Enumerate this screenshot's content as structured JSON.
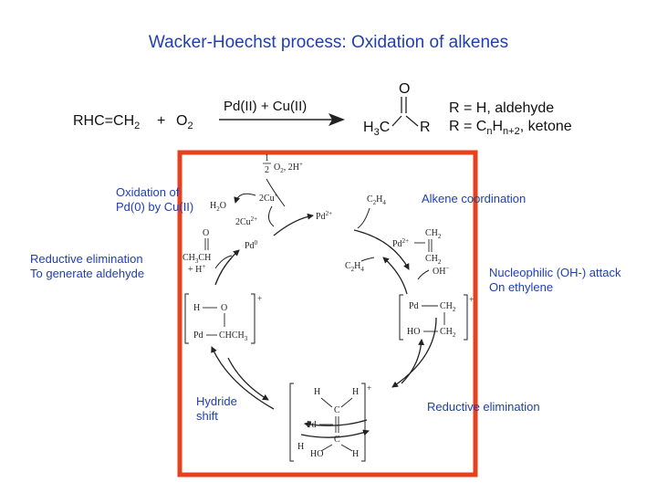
{
  "title": "Wacker-Hoechst process: Oxidation of alkenes",
  "overall_reaction": {
    "reactant": "RHC=CH",
    "reactant_sub": "2",
    "plus": "+",
    "oxidant": "O",
    "oxidant_sub": "2",
    "catalyst": "Pd(II) + Cu(II)",
    "product_carbonyl_o": "O",
    "product_h3c": "H",
    "product_h3c_sub": "3",
    "product_c": "C",
    "product_r": "R",
    "note_line1": "R = H, aldehyde",
    "note_line2_a": "R = C",
    "note_line2_n": "n",
    "note_line2_b": "H",
    "note_line2_sub": "n+2",
    "note_line2_c": ", ketone"
  },
  "annotations": {
    "oxidation_line1": "Oxidation of",
    "oxidation_line2": "Pd(0) by Cu(II)",
    "alkene_coordination": "Alkene coordination",
    "reductive_elim_line1": "Reductive elimination",
    "reductive_elim_line2": "To generate aldehyde",
    "nucleophilic_line1": "Nucleophilic  (OH-) attack",
    "nucleophilic_line2": "On ethylene",
    "hydride_line1": "Hydride",
    "hydride_line2": "shift",
    "reductive_elimination": "Reductive elimination"
  },
  "cycle": {
    "o2_label": "O",
    "o2_sub": "2",
    "o2_tail": ", 2H",
    "o2_sup": "+",
    "half_num": "1",
    "half_den": "2",
    "h2o": "H",
    "h2o_sub": "2",
    "h2o_tail": "O",
    "two_cu_plus": "2Cu",
    "two_cu_plus_sup": "+",
    "two_cu_2plus": "2Cu",
    "two_cu_2plus_sup": "2+",
    "pd2plus": "Pd",
    "pd2plus_sup": "2+",
    "c2h4_in": "C",
    "c2h4_in_sub": "2",
    "c2h4_in_tail": "H",
    "c2h4_in_sub2": "4",
    "pd0": "Pd",
    "pd0_sup": "0",
    "aldehyde_o": "O",
    "aldehyde_formula": "CH",
    "aldehyde_sub": "3",
    "aldehyde_tail": "CH",
    "h_plus": "+ H",
    "h_plus_sup": "+",
    "pi_pd": "Pd",
    "pi_pd_sup": "2+",
    "pi_ch2_top": "CH",
    "pi_ch2_top_sub": "2",
    "pi_ch2_bottom": "CH",
    "pi_ch2_bottom_sub": "2",
    "c2h4_out": "C",
    "c2h4_out_sub": "2",
    "c2h4_out_tail": "H",
    "c2h4_out_sub2": "4",
    "oh_minus": "OH",
    "oh_minus_sup": "−",
    "left_h": "H",
    "left_o": "O",
    "left_pd": "Pd",
    "left_chch3": "CHCH",
    "left_chch3_sub": "3",
    "left_charge": "+",
    "right_pd": "Pd",
    "right_ch2_top": "CH",
    "right_ch2_top_sub": "2",
    "right_ho": "HO",
    "right_ch2_bottom": "CH",
    "right_ch2_bottom_sub": "2",
    "right_charge": "+",
    "bottom_h_top": "H",
    "bottom_h_right": "H",
    "bottom_c_top": "C",
    "bottom_pd": "Pd",
    "bottom_c_bottom": "C",
    "bottom_h_bottom": "H",
    "bottom_ho": "HO",
    "bottom_h_br": "H",
    "bottom_charge": "+"
  },
  "colors": {
    "title": "#1f3fb0",
    "annotation": "#1f3fb0",
    "box": "#e8401c",
    "ink": "#222222"
  }
}
